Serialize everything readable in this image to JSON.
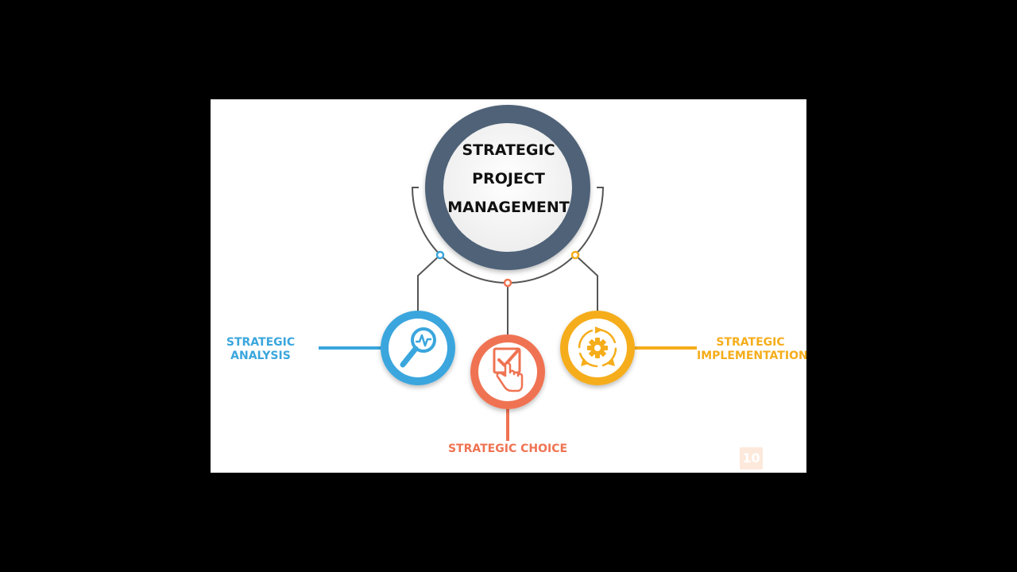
{
  "center": {
    "title_lines": [
      "STRATEGIC",
      "PROJECT",
      "MANAGEMENT"
    ]
  },
  "nodes": [
    {
      "id": "analysis",
      "label_lines": [
        "STRATEGIC",
        "ANALYSIS"
      ],
      "color": "#3aa6dd",
      "icon": "magnifier-chart-icon"
    },
    {
      "id": "choice",
      "label_lines": [
        "STRATEGIC CHOICE"
      ],
      "color": "#ef7352",
      "icon": "checklist-hand-icon"
    },
    {
      "id": "implementation",
      "label_lines": [
        "STRATEGIC",
        "IMPLEMENTATION"
      ],
      "color": "#f5ad1b",
      "icon": "gear-cycle-icon"
    }
  ],
  "colors": {
    "center_ring": "#4f6278",
    "center_fill": "#f4f4f4",
    "connector": "#555555"
  },
  "page_number": "10"
}
